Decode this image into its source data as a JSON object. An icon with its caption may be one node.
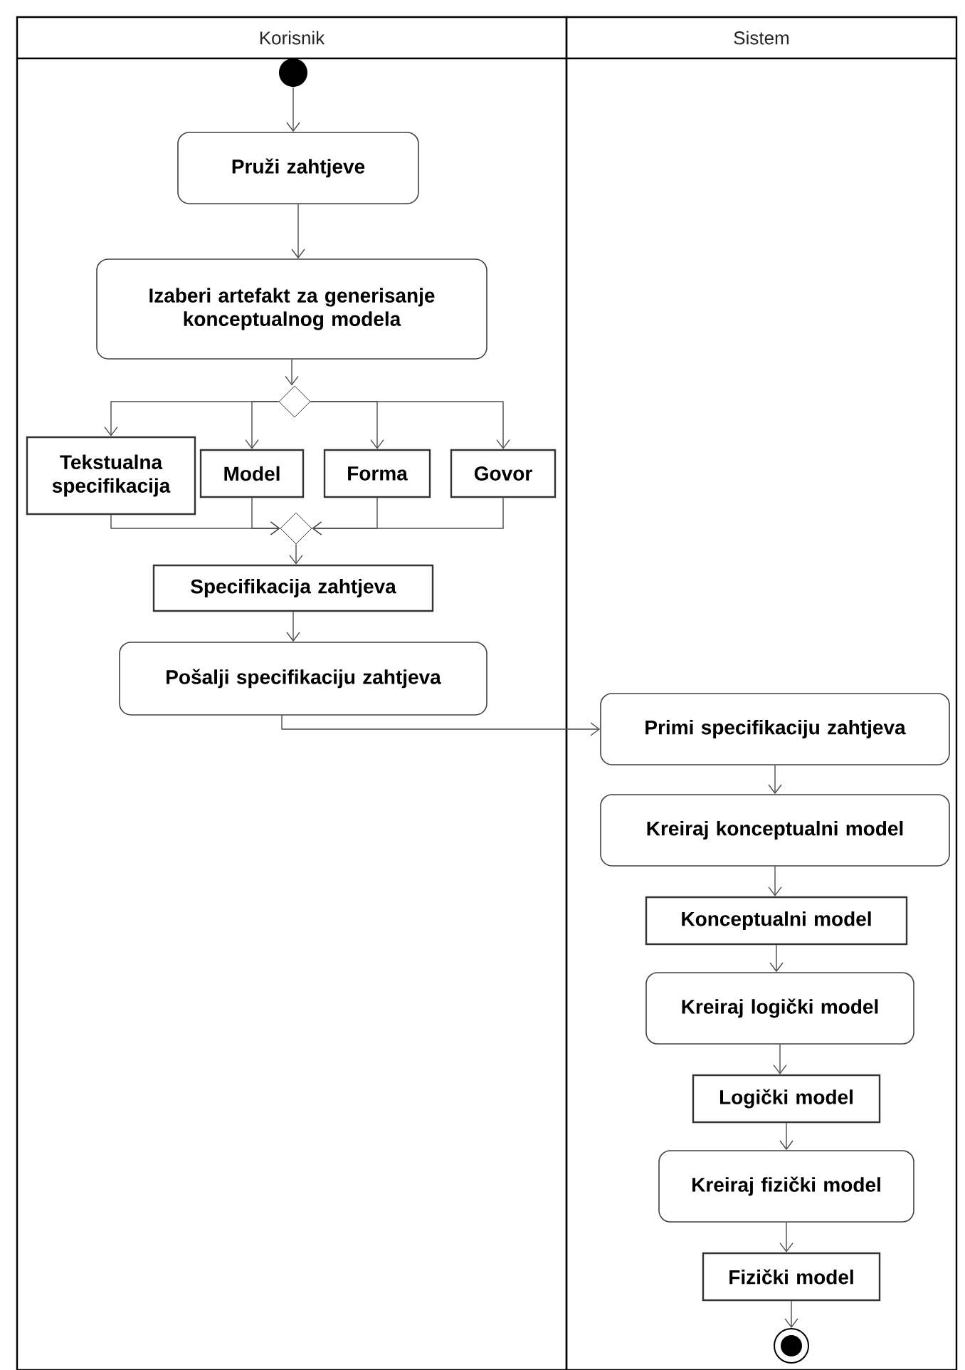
{
  "diagram": {
    "nodes": [
      {
        "text": [
          "Korisnik"
        ]
      },
      {
        "text": [
          "Sistem"
        ]
      },
      {
        "text": [],
        "shape": "circle",
        "in": 0
      },
      {
        "text": [
          "Pruži zahtjeve"
        ],
        "in": 0
      },
      {
        "text": [
          "Izaberi artefakt za generisanje konceptualnog modela"
        ],
        "in": 0
      },
      {
        "text": [],
        "shape": "diamond",
        "in": 0
      },
      {
        "text": [
          "Tekstualna specifikacija"
        ],
        "in": 0
      },
      {
        "text": [
          "Model"
        ],
        "in": 0
      },
      {
        "text": [
          "Forma"
        ],
        "in": 0
      },
      {
        "text": [
          "Govor"
        ],
        "in": 0
      },
      {
        "text": [],
        "shape": "diamond",
        "in": 0
      },
      {
        "text": [
          "Specifikacija zahtjeva"
        ],
        "in": 0
      },
      {
        "text": [
          "Pošalji specifikaciju zahtjeva"
        ],
        "in": 0
      },
      {
        "text": [
          "Primi specifikaciju zahtjeva"
        ],
        "in": 1
      },
      {
        "text": [
          "Kreiraj konceptualni model"
        ],
        "in": 1
      },
      {
        "text": [
          "Konceptualni model"
        ],
        "in": 1
      },
      {
        "text": [
          "Kreiraj logički model"
        ],
        "in": 1
      },
      {
        "text": [
          "Logički model"
        ],
        "in": 1
      },
      {
        "text": [
          "Kreiraj fizički model"
        ],
        "in": 1
      },
      {
        "text": [
          "Fizički model"
        ],
        "in": 1
      },
      {
        "text": [],
        "shape": "circle",
        "in": 1
      }
    ],
    "edges": [
      {
        "from": 2,
        "to": 3,
        "arrow": "to"
      },
      {
        "from": 3,
        "to": 4,
        "arrow": "to"
      },
      {
        "from": 4,
        "to": 5,
        "arrow": "to"
      },
      {
        "from": 5,
        "to": 6,
        "arrow": "to"
      },
      {
        "from": 5,
        "to": 7,
        "arrow": "to"
      },
      {
        "from": 5,
        "to": 8,
        "arrow": "to"
      },
      {
        "from": 5,
        "to": 9,
        "arrow": "to"
      },
      {
        "from": 6,
        "to": 10,
        "arrow": "to"
      },
      {
        "from": 7,
        "to": 10,
        "arrow": "to"
      },
      {
        "from": 8,
        "to": 10,
        "arrow": "to"
      },
      {
        "from": 9,
        "to": 10,
        "arrow": "to"
      },
      {
        "from": 10,
        "to": 11,
        "arrow": "to"
      },
      {
        "from": 11,
        "to": 12,
        "arrow": "to"
      },
      {
        "from": 12,
        "to": 13,
        "arrow": "to"
      },
      {
        "from": 13,
        "to": 14,
        "arrow": "to"
      },
      {
        "from": 14,
        "to": 15,
        "arrow": "to"
      },
      {
        "from": 15,
        "to": 16,
        "arrow": "to"
      },
      {
        "from": 16,
        "to": 17,
        "arrow": "to"
      },
      {
        "from": 17,
        "to": 18,
        "arrow": "to"
      },
      {
        "from": 18,
        "to": 19,
        "arrow": "to"
      },
      {
        "from": 19,
        "to": 20,
        "arrow": "to"
      }
    ]
  }
}
